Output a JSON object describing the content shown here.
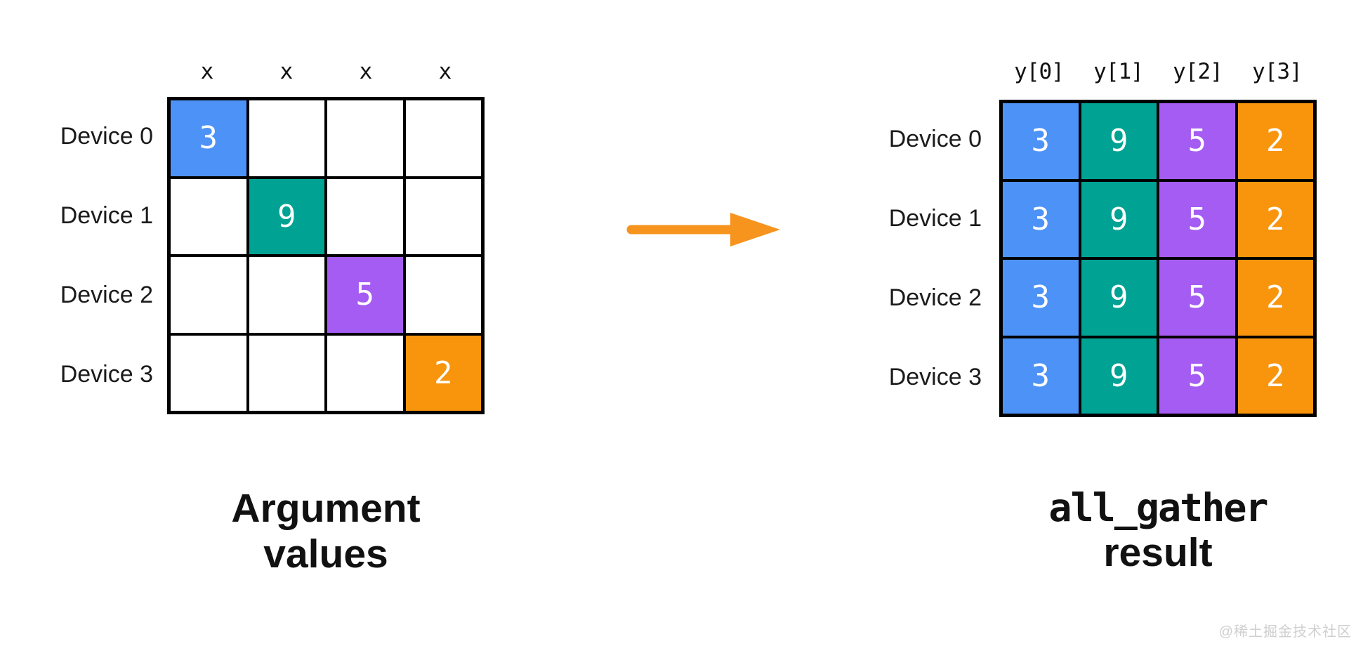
{
  "left": {
    "col_headers": [
      "x",
      "x",
      "x",
      "x"
    ],
    "row_labels": [
      "Device 0",
      "Device 1",
      "Device 2",
      "Device 3"
    ],
    "cells": [
      [
        "3",
        "",
        "",
        ""
      ],
      [
        "",
        "9",
        "",
        ""
      ],
      [
        "",
        "",
        "5",
        ""
      ],
      [
        "",
        "",
        "",
        "2"
      ]
    ],
    "cell_colors": [
      [
        "#4D92F7",
        "",
        "",
        ""
      ],
      [
        "",
        "#00A294",
        "",
        ""
      ],
      [
        "",
        "",
        "#A55CF3",
        ""
      ],
      [
        "",
        "",
        "",
        "#F8950D"
      ]
    ],
    "title_line1": "Argument",
    "title_line2": "values"
  },
  "right": {
    "col_headers": [
      "y[0]",
      "y[1]",
      "y[2]",
      "y[3]"
    ],
    "row_labels": [
      "Device 0",
      "Device 1",
      "Device 2",
      "Device 3"
    ],
    "cells": [
      [
        "3",
        "9",
        "5",
        "2"
      ],
      [
        "3",
        "9",
        "5",
        "2"
      ],
      [
        "3",
        "9",
        "5",
        "2"
      ],
      [
        "3",
        "9",
        "5",
        "2"
      ]
    ],
    "cell_colors": [
      [
        "#4D92F7",
        "#00A294",
        "#A55CF3",
        "#F8950D"
      ],
      [
        "#4D92F7",
        "#00A294",
        "#A55CF3",
        "#F8950D"
      ],
      [
        "#4D92F7",
        "#00A294",
        "#A55CF3",
        "#F8950D"
      ],
      [
        "#4D92F7",
        "#00A294",
        "#A55CF3",
        "#F8950D"
      ]
    ],
    "title_line1": "all_gather",
    "title_line2": "result"
  },
  "colors": {
    "blue": "#4D92F7",
    "teal": "#00A294",
    "purple": "#A55CF3",
    "orange": "#F8950D",
    "arrow": "#F7941D",
    "line": "#000000",
    "watermark_text": "#cfcfcf"
  },
  "watermark": "@稀土掘金技术社区"
}
